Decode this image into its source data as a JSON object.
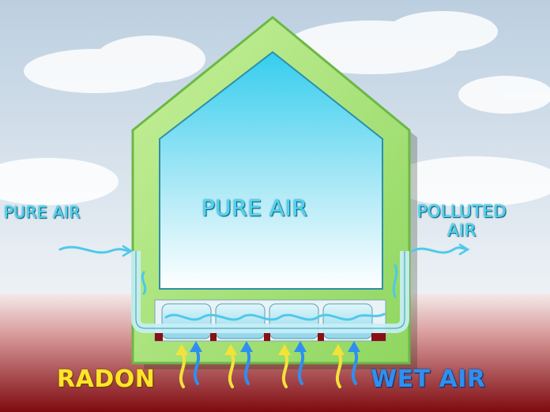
{
  "labels": {
    "pure_air_left": "PURE AIR",
    "pure_air_center": "PURE AIR",
    "polluted_line1": "POLLUTED",
    "polluted_line2": "AIR",
    "radon": "RADON",
    "wet_air": "WET AIR"
  },
  "colors": {
    "sky_top": "#c9d8e6",
    "sky_bottom": "#e6edf3",
    "ground_top": "#f2e6e6",
    "ground_bottom": "#8a0d12",
    "house_wall": "#a9e27a",
    "house_wall_edge": "#5fae3a",
    "interior_top": "#3fd2f0",
    "interior_bottom": "#ffffff",
    "pipe": "#bfeaf4",
    "pure_air_text": "#4fd6f2",
    "radon_text": "#ffe52a",
    "wet_air_text": "#2f8ff0",
    "radon_arrow": "#f4e23a",
    "wet_air_arrow": "#2f8ff0"
  }
}
